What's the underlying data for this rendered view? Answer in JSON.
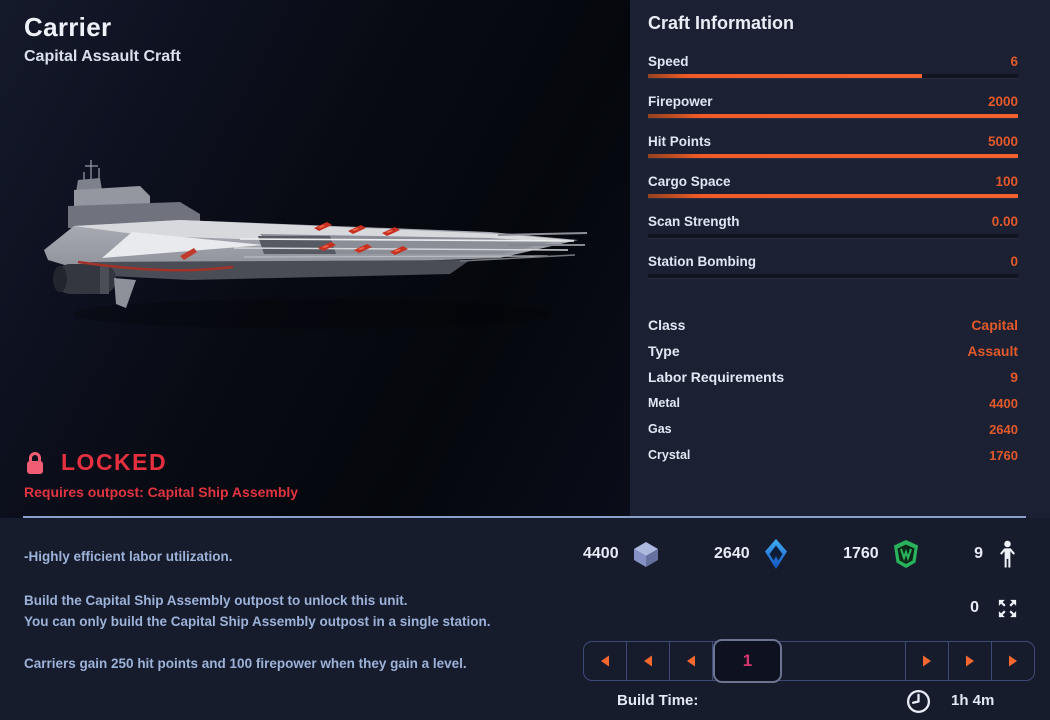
{
  "header": {
    "title": "Carrier",
    "subtitle": "Capital Assault Craft"
  },
  "locked": {
    "label": "LOCKED",
    "requirement": "Requires outpost: Capital Ship Assembly"
  },
  "craft_info": {
    "title": "Craft Information",
    "stats": [
      {
        "label": "Speed",
        "value": "6",
        "fill": 74
      },
      {
        "label": "Firepower",
        "value": "2000",
        "fill": 100
      },
      {
        "label": "Hit Points",
        "value": "5000",
        "fill": 100
      },
      {
        "label": "Cargo Space",
        "value": "100",
        "fill": 100
      },
      {
        "label": "Scan Strength",
        "value": "0.00",
        "fill": 0
      },
      {
        "label": "Station Bombing",
        "value": "0",
        "fill": 0
      }
    ],
    "attributes": [
      {
        "label": "Class",
        "value": "Capital"
      },
      {
        "label": "Type",
        "value": "Assault"
      },
      {
        "label": "Labor Requirements",
        "value": "9"
      },
      {
        "label": "Metal",
        "value": "4400"
      },
      {
        "label": "Gas",
        "value": "2640"
      },
      {
        "label": "Crystal",
        "value": "1760"
      }
    ]
  },
  "description": {
    "perk": "-Highly efficient labor utilization.",
    "unlock_line1": "Build the Capital Ship Assembly outpost to unlock this unit.",
    "unlock_line2": "You can only build the Capital Ship Assembly outpost in a single station.",
    "level_info": "Carriers gain 250 hit points and 100 firepower when they gain a level."
  },
  "costs": {
    "metal": "4400",
    "gas": "2640",
    "crystal": "1760",
    "labor": "9",
    "queue_count": "0"
  },
  "pagination": {
    "current_page": "1"
  },
  "build_time": {
    "label": "Build Time:",
    "value": "1h 4m"
  },
  "colors": {
    "accent_orange": "#ee5b27",
    "stat_value_orange": "#e2592a",
    "locked_red": "#e7303f",
    "lock_icon_pink": "#f15d73",
    "page_number_pink": "#d6356d",
    "description_text": "#9db2d9",
    "divider_blue": "#8c9ecb",
    "metal_icon_blue": "#93a1d2",
    "gas_icon_blue": "#2a8fe8",
    "crystal_icon_green": "#28b45c",
    "panel_bg": "#1b2033",
    "page_bg": "#171c2d"
  }
}
